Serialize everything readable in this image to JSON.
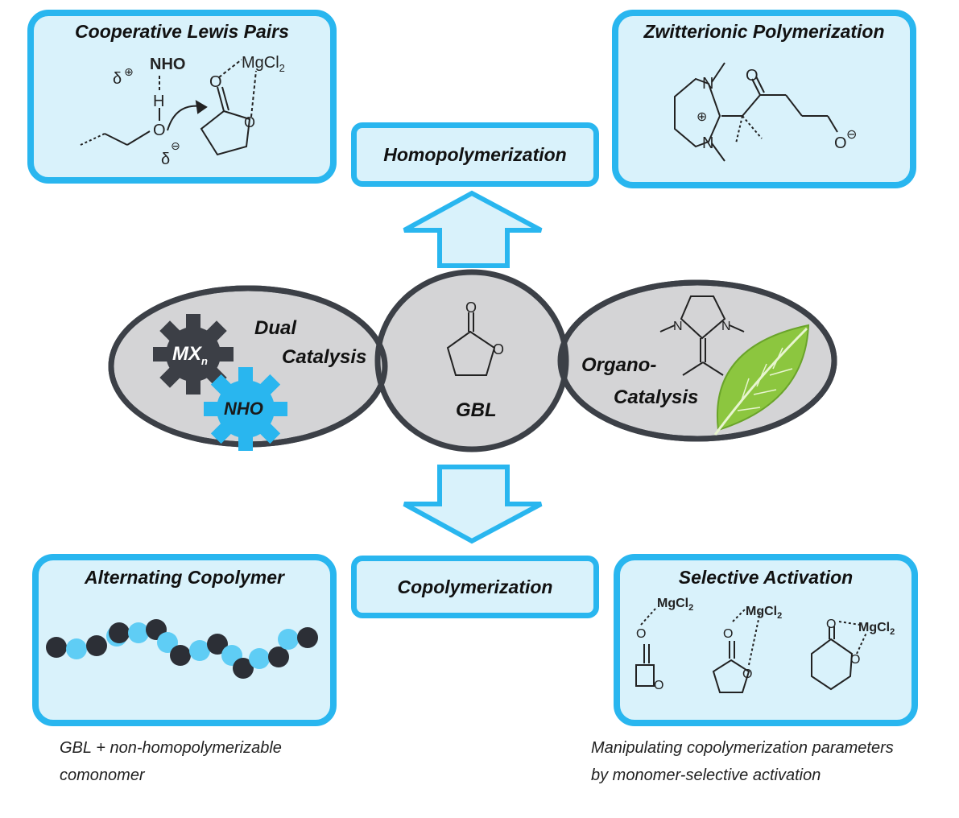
{
  "boxes": {
    "cooperative": {
      "title": "Cooperative Lewis Pairs"
    },
    "zwitterionic": {
      "title": "Zwitterionic Polymerization"
    },
    "alternating": {
      "title": "Alternating Copolymer"
    },
    "selective": {
      "title": "Selective Activation"
    }
  },
  "pills": {
    "homopolymerization": "Homopolymerization",
    "copolymerization": "Copolymerization"
  },
  "center": {
    "dual_line1": "Dual",
    "dual_line2": "Catalysis",
    "gbl": "GBL",
    "organo_line1": "Organo-",
    "organo_line2": "Catalysis",
    "gear_mx": "MX",
    "gear_mx_sub": "n",
    "gear_nho": "NHO"
  },
  "chem_labels": {
    "delta": "δ",
    "nho": "NHO",
    "h": "H",
    "o": "O",
    "n": "N",
    "mgcl": "MgCl",
    "mgcl_sub": "2"
  },
  "captions": {
    "left_line1": "GBL + non-homopolymerizable",
    "left_line2": "comonomer",
    "right_line1": "Manipulating copolymerization parameters",
    "right_line2": "by monomer-selective activation"
  },
  "colors": {
    "accent_blue": "#29b6ef",
    "light_blue_fill": "#d9f2fb",
    "ellipse_fill": "#d4d4d6",
    "ellipse_border": "#3c4047",
    "dark_bead": "#2c2f36",
    "light_bead": "#5fcdf5",
    "leaf_green": "#8cc63f"
  }
}
